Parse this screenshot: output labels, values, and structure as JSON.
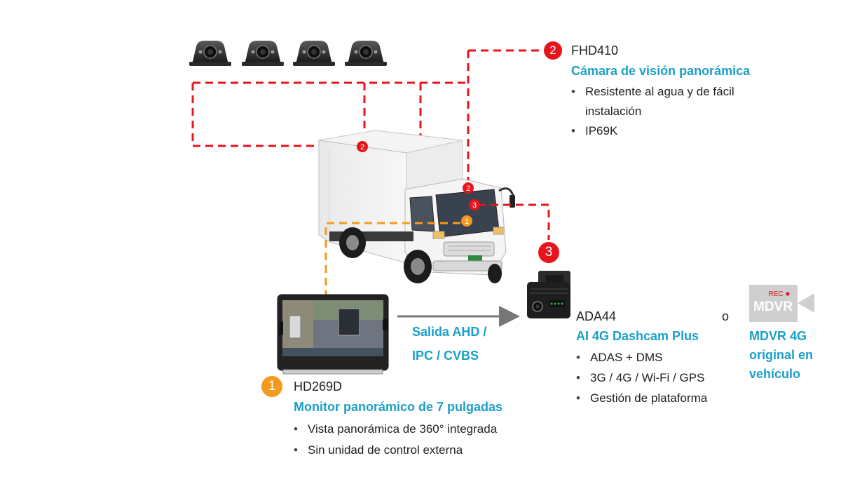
{
  "colors": {
    "accent_blue": "#1a9fc8",
    "dash_red": "#e8141b",
    "dash_orange": "#f39a1e",
    "arrow_gray": "#777777"
  },
  "cameras": {
    "icon": "camera-icon",
    "count": 4
  },
  "fhd410": {
    "badge": "2",
    "model": "FHD410",
    "heading": "Cámara de visión panorámica",
    "bullets": [
      "Resistente al agua y de fácil",
      "instalación",
      "IP69K"
    ]
  },
  "truck": {
    "icon": "truck-icon",
    "markers": [
      "2",
      "2",
      "3",
      "1"
    ]
  },
  "ada44": {
    "badge": "3",
    "model": "ADA44",
    "heading": "AI 4G Dashcam Plus",
    "bullets": [
      "ADAS + DMS",
      "3G / 4G / Wi-Fi / GPS",
      "Gestión de plataforma"
    ]
  },
  "or_text": "o",
  "mdvr": {
    "icon_rec": "REC",
    "icon_label": "MDVR",
    "caption_lines": [
      "MDVR 4G",
      "original en",
      "vehículo"
    ]
  },
  "output_label": {
    "lines": [
      "Salida AHD /",
      "IPC / CVBS"
    ]
  },
  "hd269d": {
    "badge": "1",
    "model": "HD269D",
    "heading": "Monitor panorámico de 7 pulgadas",
    "bullets": [
      "Vista panorámica de 360° integrada",
      "Sin unidad de control externa"
    ]
  }
}
